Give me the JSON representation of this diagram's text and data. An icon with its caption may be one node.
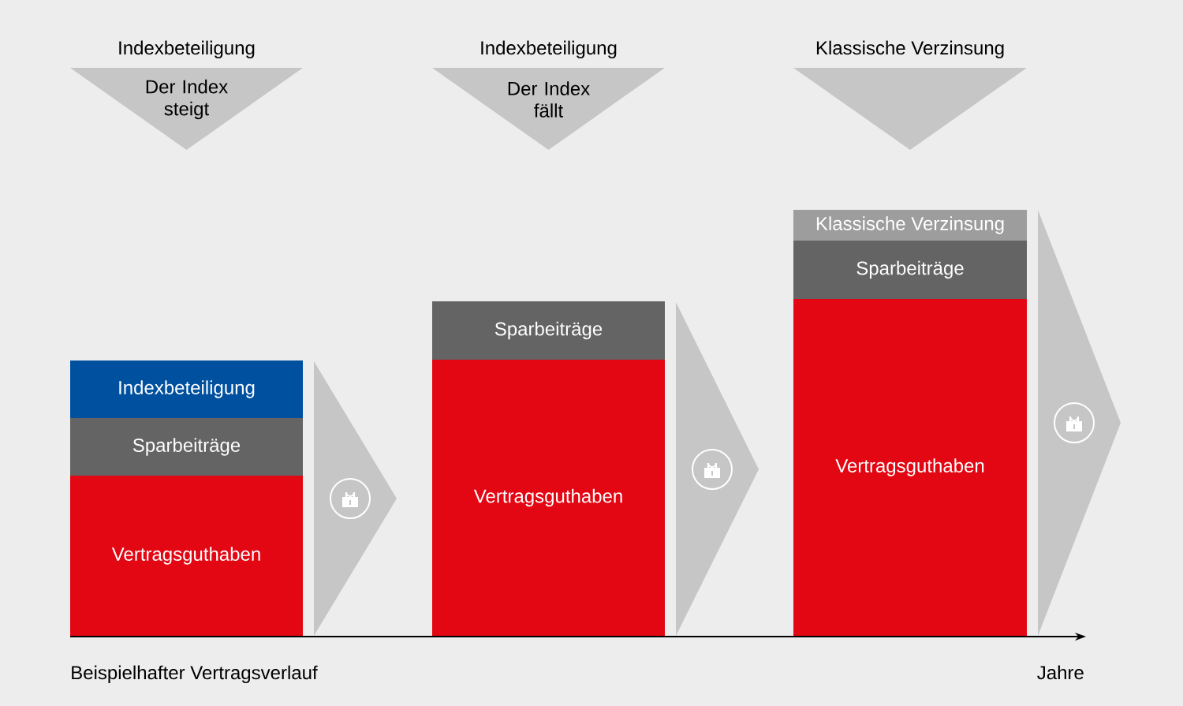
{
  "diagram": {
    "nodes": [
      {
        "text": [
          "Indexbeteiligung",
          "Der Index steigt"
        ]
      },
      {
        "text": [
          "Indexbeteiligung",
          "Der Index fällt"
        ]
      },
      {
        "text": [
          "Klassische Verzinsung"
        ]
      },
      {
        "text": [
          "Indexbeteiligung"
        ]
      },
      {
        "text": [
          "Sparbeiträge"
        ]
      },
      {
        "text": [
          "Vertragsguthaben"
        ]
      },
      {
        "text": [
          "Sparbeiträge"
        ]
      },
      {
        "text": [
          "Vertragsguthaben"
        ]
      },
      {
        "text": [
          "Klassische Verzinsung"
        ]
      },
      {
        "text": [
          "Sparbeiträge"
        ]
      },
      {
        "text": [
          "Vertragsguthaben"
        ]
      }
    ],
    "edges": [],
    "labels": [
      "Beispielhafter Vertragsverlauf",
      "Jahre"
    ]
  }
}
